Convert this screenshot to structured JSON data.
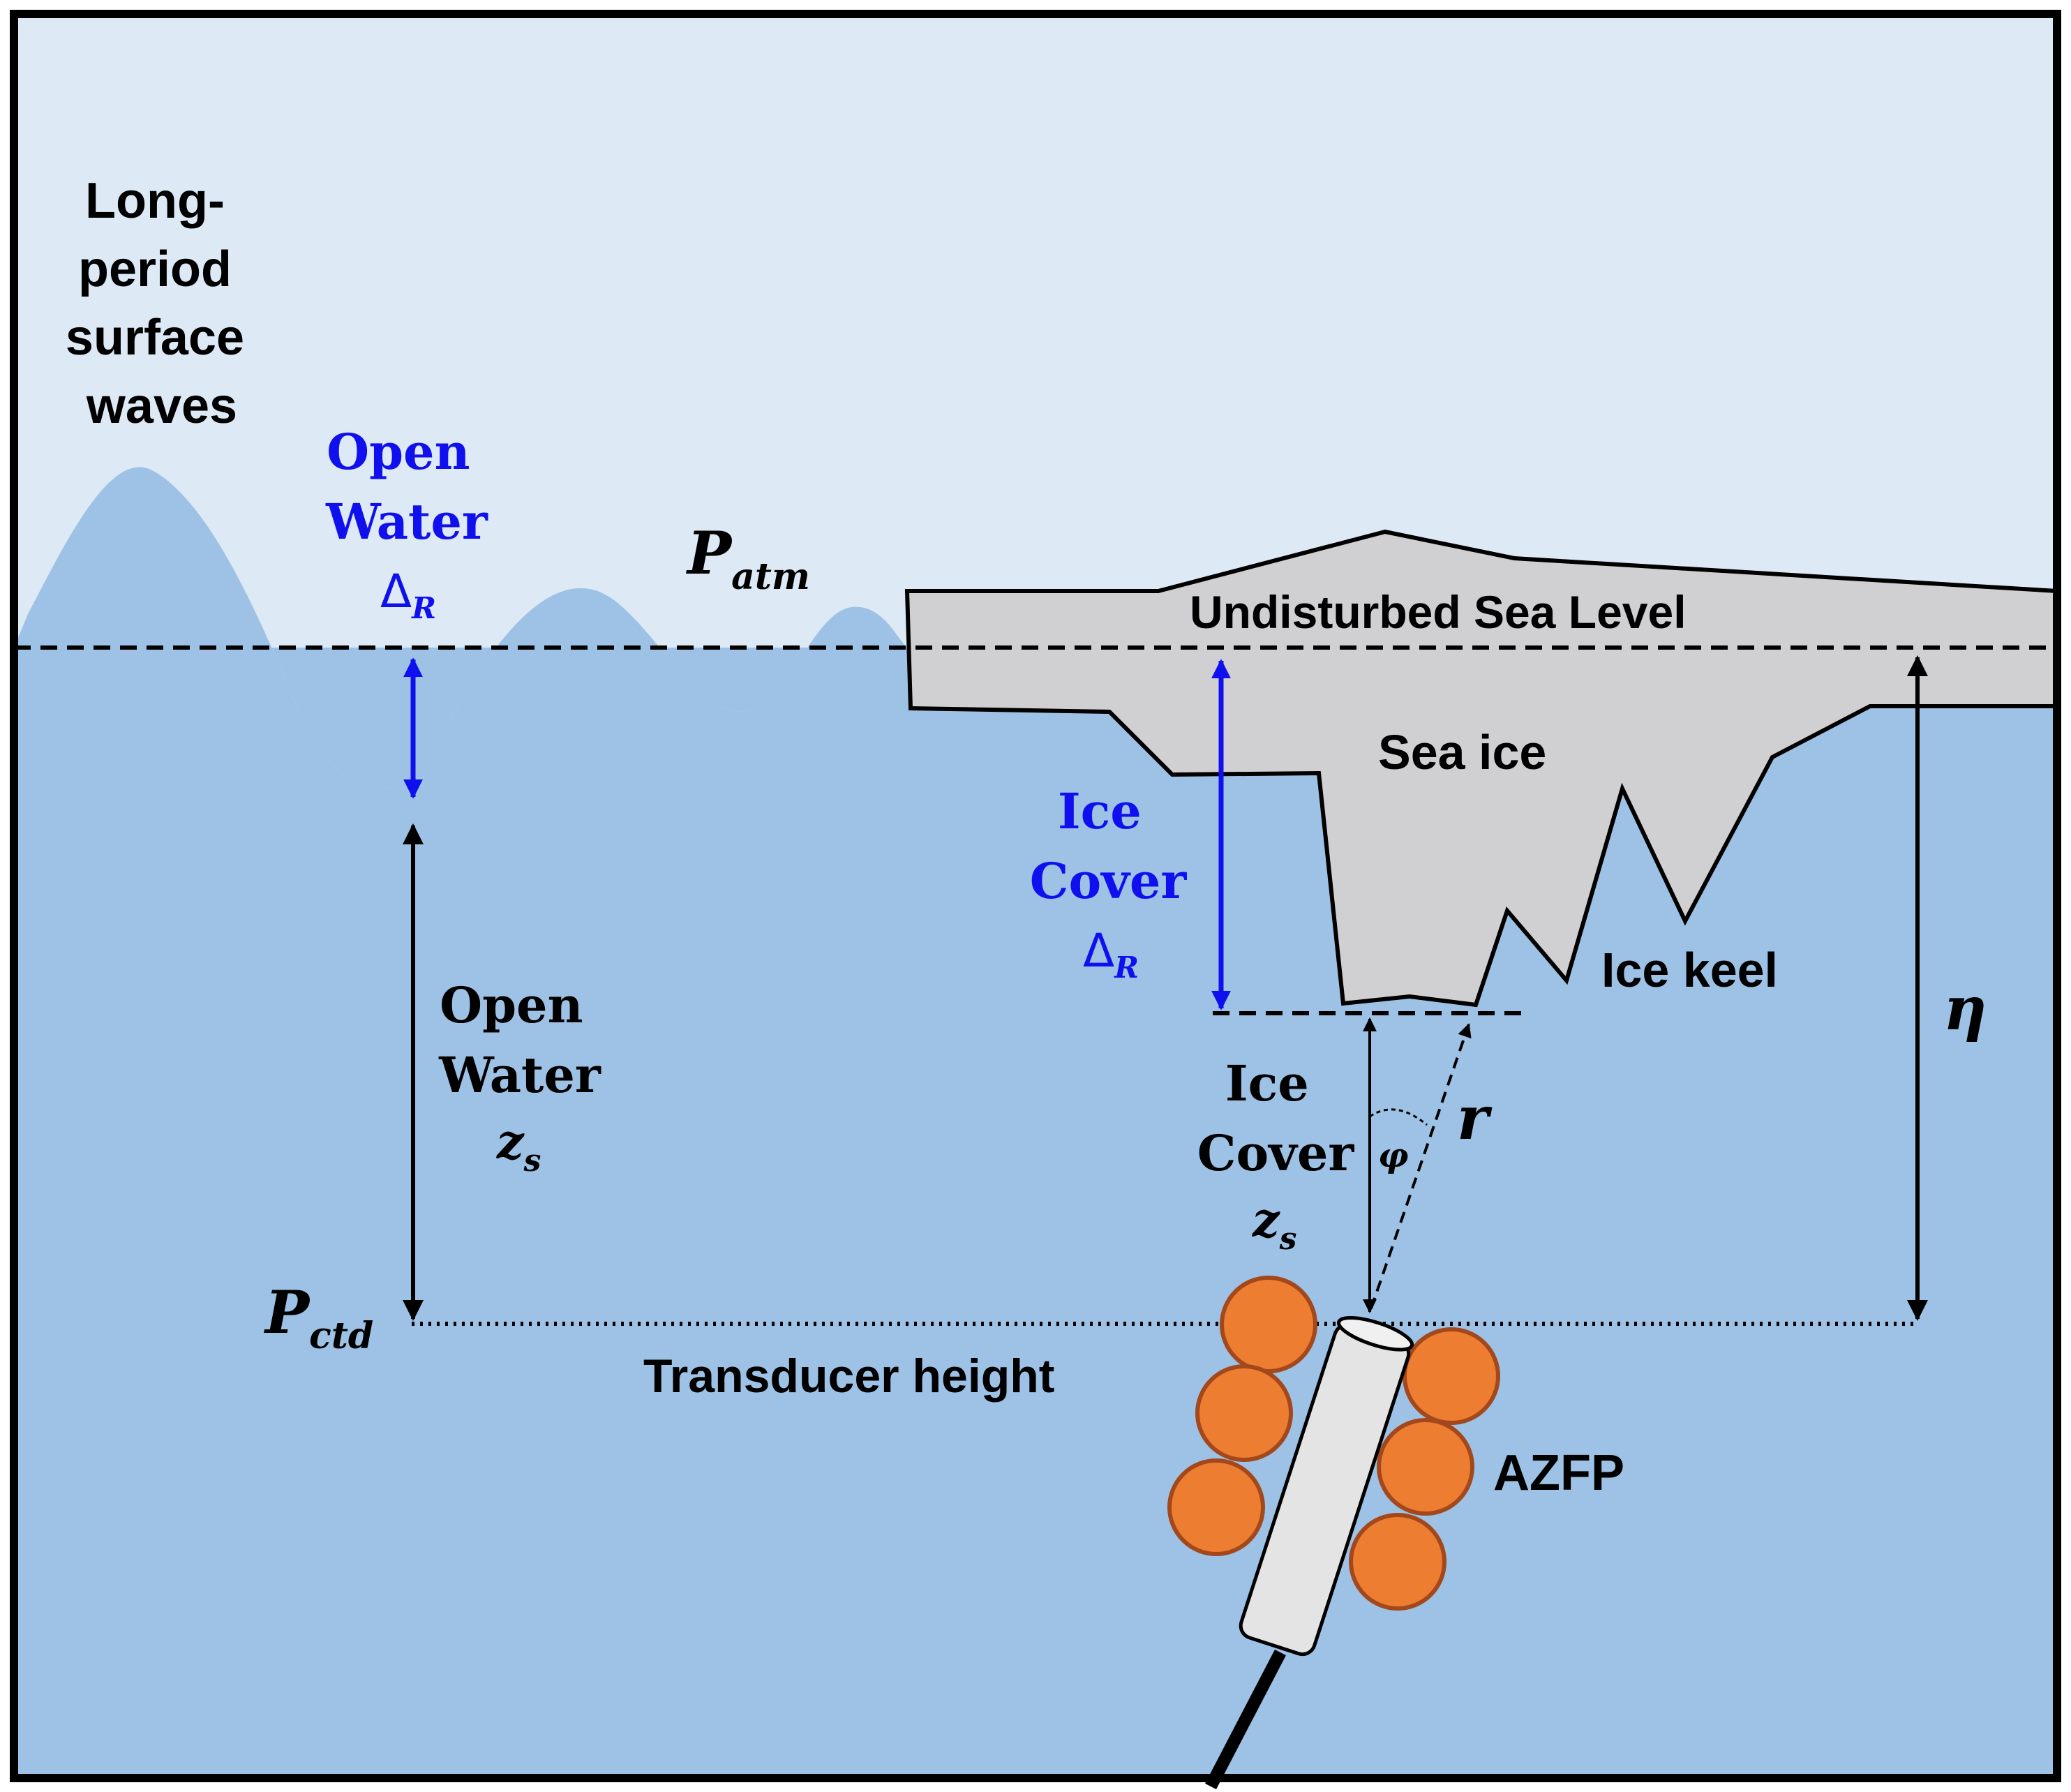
{
  "labels": {
    "waves": [
      "Long-",
      "period",
      "surface",
      "waves"
    ],
    "open_water_delta": {
      "line1": "Open",
      "line2": "Water",
      "symbol": "Δ",
      "sub": "R"
    },
    "p_atm": {
      "symbol": "P",
      "sub": "atm"
    },
    "undisturbed_sea_level": "Undisturbed Sea Level",
    "sea_ice": "Sea ice",
    "ice_cover_delta": {
      "line1": "Ice",
      "line2": "Cover",
      "symbol": "Δ",
      "sub": "R"
    },
    "ice_keel": "Ice keel",
    "eta": "η",
    "open_water_zs": {
      "line1": "Open",
      "line2": "Water",
      "symbol": "z",
      "sub": "s"
    },
    "ice_cover_zs": {
      "line1": "Ice",
      "line2": "Cover",
      "symbol": "z",
      "sub": "s"
    },
    "r": "r",
    "phi": "φ",
    "p_ctd": {
      "symbol": "P",
      "sub": "ctd"
    },
    "transducer_height": "Transducer height",
    "azfp": "AZFP"
  },
  "colors": {
    "sky": "#dde9f5",
    "water": "#9dc2e5",
    "ice": "#d0cfd1",
    "float": "#ed7d31",
    "float_edge": "#a2481c",
    "instrument": "#e4e4e4",
    "delta_arrow": "#1010ee",
    "frame": "#000000"
  }
}
